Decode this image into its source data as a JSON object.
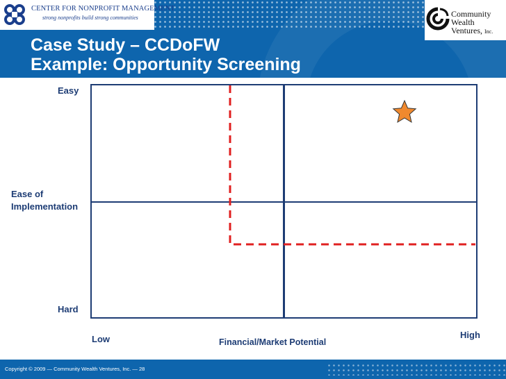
{
  "header": {
    "title_line1": "Case Study – CCDoFW",
    "title_line2": "Example: Opportunity Screening"
  },
  "logo_left": {
    "name": "CENTER FOR NONPROFIT MANAGEMENT",
    "tagline": "strong nonprofits build strong communities"
  },
  "logo_right": {
    "line1": "Community",
    "line2": "Wealth",
    "line3": "Ventures,",
    "inc": "Inc."
  },
  "diagram": {
    "y_axis_label": "Ease of Implementation",
    "y_top_label": "Easy",
    "y_bottom_label": "Hard",
    "x_axis_label": "Financial/Market Potential",
    "x_left_label": "Low",
    "x_right_label": "High",
    "star_color": "#f0892e",
    "dashed_line_color": "#e02020",
    "grid_color": "#1d3c74"
  },
  "footer": {
    "text": "Copyright © 2009  —  Community Wealth Ventures, Inc.  —  28"
  },
  "colors": {
    "header_bg": "#0e65ad",
    "label_text": "#1d3c74"
  }
}
